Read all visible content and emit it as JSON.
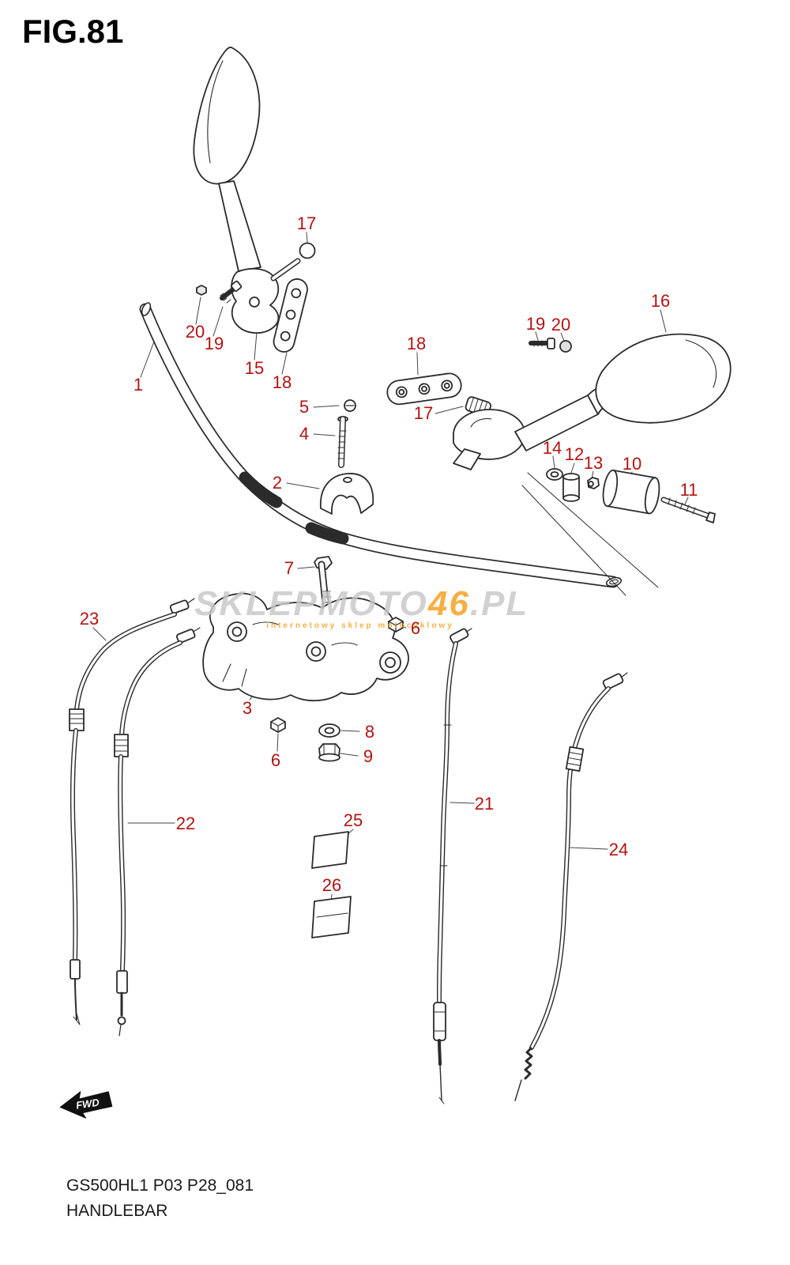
{
  "figure": {
    "title": "FIG.81",
    "code": "GS500HL1 P03 P28_081",
    "name": "HANDLEBAR"
  },
  "watermark": {
    "main": "SKLEPMOTO",
    "accent": "46",
    "suffix": ".PL",
    "subtitle": "internetowy sklep motocyklowy",
    "accent_color": "#f59e1d",
    "gray_color": "#c8c8c8"
  },
  "fwd": {
    "label": "FWD"
  },
  "colors": {
    "callout_red": "#b31212",
    "line_dark": "#2b2b2b"
  },
  "callouts": {
    "c1": "1",
    "c2": "2",
    "c3": "3",
    "c4": "4",
    "c5": "5",
    "c6a": "6",
    "c6b": "6",
    "c7": "7",
    "c8": "8",
    "c9": "9",
    "c10": "10",
    "c11": "11",
    "c12": "12",
    "c13": "13",
    "c14": "14",
    "c15": "15",
    "c16": "16",
    "c17a": "17",
    "c17b": "17",
    "c18a": "18",
    "c18b": "18",
    "c19a": "19",
    "c19b": "19",
    "c20a": "20",
    "c20b": "20",
    "c21": "21",
    "c22": "22",
    "c23": "23",
    "c24": "24",
    "c25": "25",
    "c26": "26"
  }
}
